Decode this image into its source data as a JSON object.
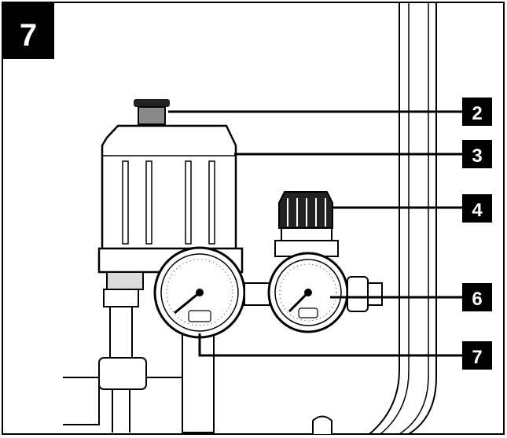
{
  "figure": {
    "step_number": "7",
    "callouts": [
      {
        "id": "callout-2",
        "label": "2"
      },
      {
        "id": "callout-3",
        "label": "3"
      },
      {
        "id": "callout-4",
        "label": "4"
      },
      {
        "id": "callout-6",
        "label": "6"
      },
      {
        "id": "callout-7",
        "label": "7"
      }
    ],
    "colors": {
      "line": "#000000",
      "background": "#ffffff",
      "shading": "#dcdcdc",
      "label_box": "#000000",
      "label_text": "#ffffff"
    }
  }
}
